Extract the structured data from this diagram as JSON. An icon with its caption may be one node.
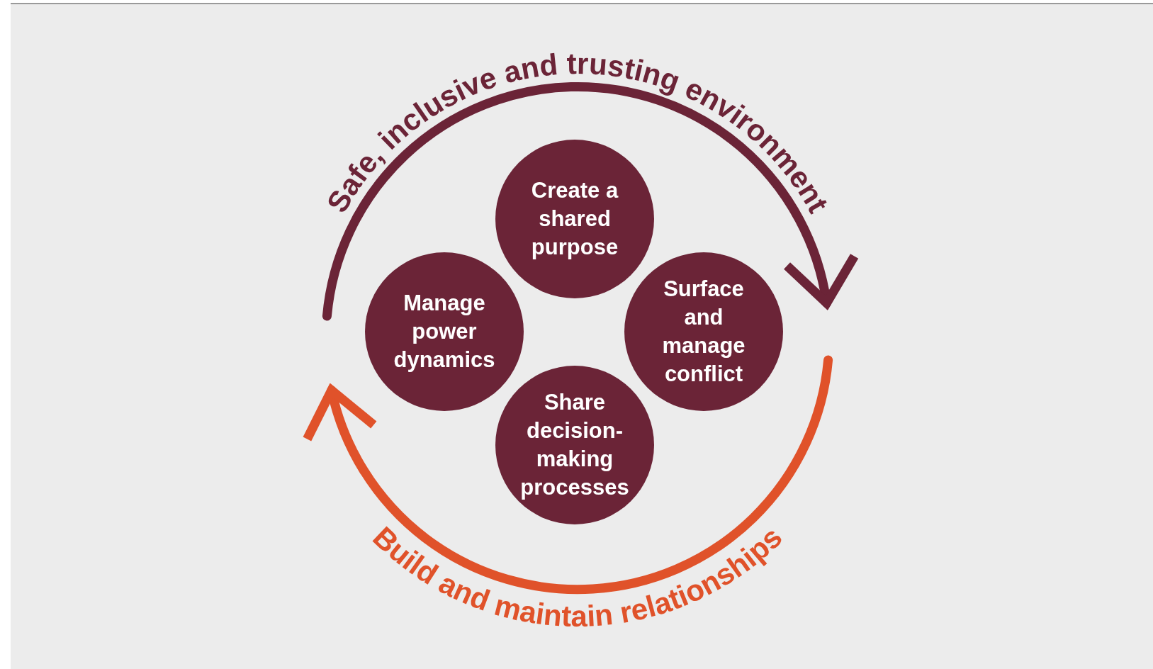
{
  "diagram": {
    "nodes": [
      {
        "text": [
          "Create a shared purpose"
        ]
      },
      {
        "text": [
          "Manage power dynamics"
        ]
      },
      {
        "text": [
          "Surface and manage conflict"
        ]
      },
      {
        "text": [
          "Share decision-making processes"
        ]
      }
    ],
    "labels": [
      "Safe, inclusive and trusting environment",
      "Build and maintain relationships"
    ]
  }
}
